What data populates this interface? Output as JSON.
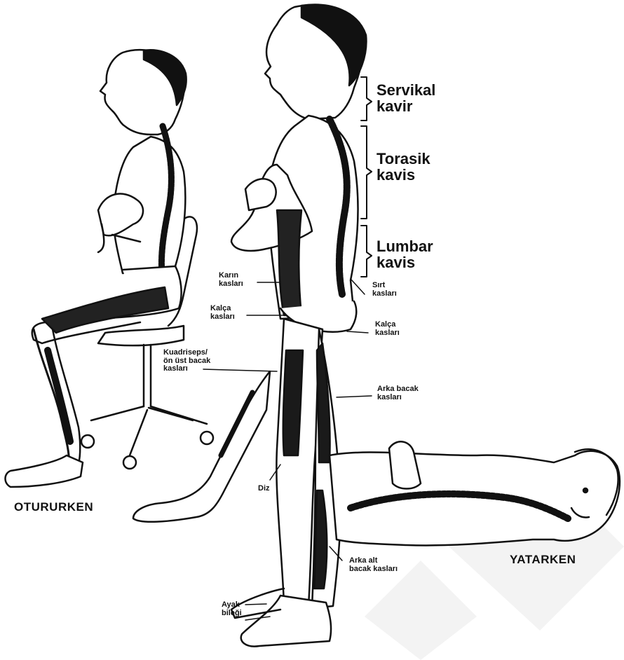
{
  "labels": {
    "servikal": [
      "Servikal",
      "kavir"
    ],
    "torasik": [
      "Torasik",
      "kavis"
    ],
    "lumbar": [
      "Lumbar",
      "kavis"
    ],
    "karin": [
      "Karın",
      "kasları"
    ],
    "sirt": [
      "Sırt",
      "kasları"
    ],
    "kalca_left": [
      "Kalça",
      "kasları"
    ],
    "kalca_right": [
      "Kalça",
      "kasları"
    ],
    "kuadriseps": [
      "Kuadriseps/",
      "ön üst bacak",
      "kasları"
    ],
    "arka_bacak": [
      "Arka bacak",
      "kasları"
    ],
    "diz": "Diz",
    "arka_alt": [
      "Arka alt",
      "bacak kasları"
    ],
    "ayak_bilegi": [
      "Ayak",
      "bileği"
    ]
  },
  "poses": {
    "sitting": "OTURURKEN",
    "lying": "YATARKEN"
  },
  "colors": {
    "ink": "#111111",
    "skin": "#ffffff",
    "muscle": "#1a1a1a",
    "watermark": "#f2f2f2"
  }
}
